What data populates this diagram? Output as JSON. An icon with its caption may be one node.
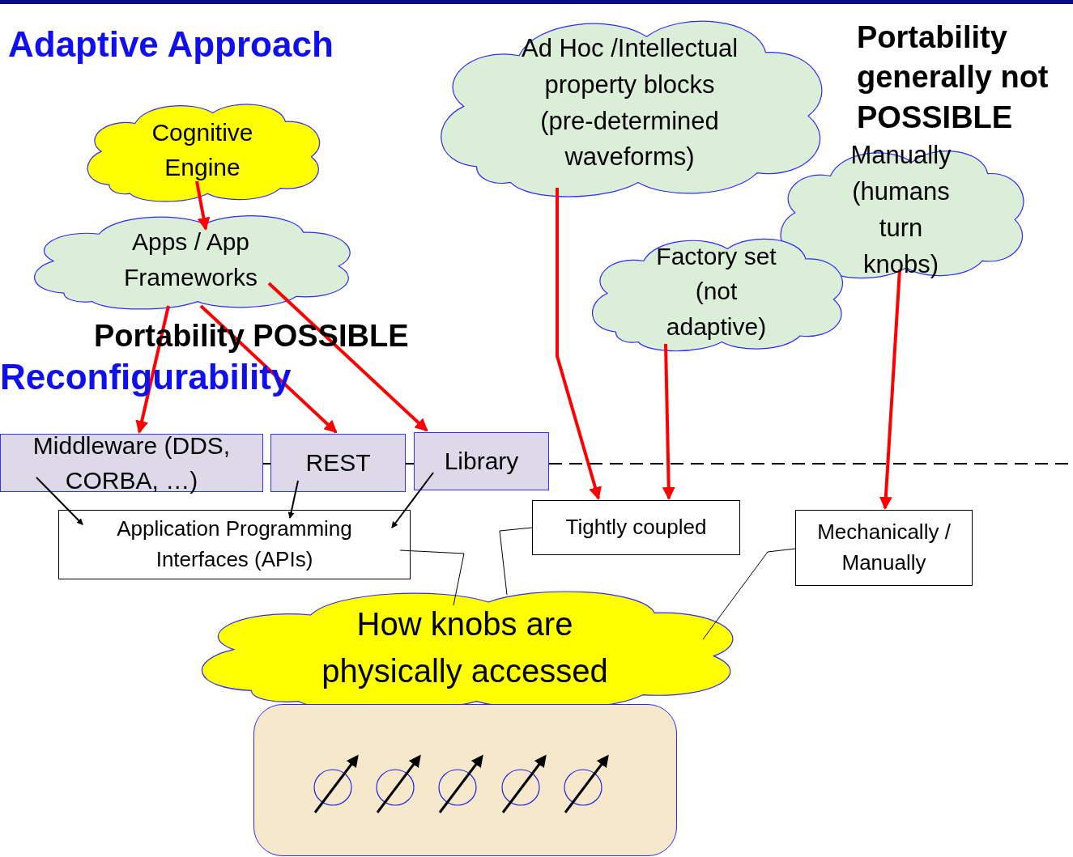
{
  "diagram": {
    "nodes": [
      {
        "text": [
          "Cognitive Engine"
        ]
      },
      {
        "text": [
          "Apps / App Frameworks"
        ]
      },
      {
        "text": [
          "Ad Hoc /Intellectual property blocks (pre-determined waveforms)"
        ]
      },
      {
        "text": [
          "Manually (humans turn knobs)"
        ]
      },
      {
        "text": [
          "Factory set (not adaptive)"
        ]
      },
      {
        "text": [
          "Middleware (DDS, CORBA, …)"
        ]
      },
      {
        "text": [
          "REST"
        ]
      },
      {
        "text": [
          "Library"
        ]
      },
      {
        "text": [
          "Application Programming Interfaces (APIs)"
        ]
      },
      {
        "text": [
          "Tightly coupled"
        ]
      },
      {
        "text": [
          "Mechanically / Manually"
        ]
      },
      {
        "text": [
          "How knobs are physically accessed"
        ]
      },
      {
        "text": [],
        "shape": "box"
      }
    ],
    "edges": [
      {
        "from": 0,
        "to": 1,
        "arrow": "to"
      },
      {
        "from": 1,
        "to": 5,
        "arrow": "to"
      },
      {
        "from": 1,
        "to": 6,
        "arrow": "to"
      },
      {
        "from": 1,
        "to": 7,
        "arrow": "to"
      },
      {
        "from": 2,
        "to": 9,
        "arrow": "to"
      },
      {
        "from": 4,
        "to": 9,
        "arrow": "to"
      },
      {
        "from": 3,
        "to": 10,
        "arrow": "to"
      },
      {
        "from": 5,
        "to": 8,
        "arrow": "to",
        "color": "#000000"
      },
      {
        "from": 6,
        "to": 8,
        "arrow": "to",
        "color": "#000000"
      },
      {
        "from": 7,
        "to": 8,
        "arrow": "to",
        "color": "#000000"
      },
      {
        "from": 8,
        "to": 11,
        "arrow": "none",
        "color": "#000000"
      },
      {
        "from": 9,
        "to": 11,
        "arrow": "none",
        "color": "#000000"
      },
      {
        "from": 10,
        "to": 11,
        "arrow": "none",
        "color": "#000000"
      }
    ],
    "labels": [
      "Adaptive Approach",
      "Portability generally not POSSIBLE",
      "Portability POSSIBLE",
      "Reconfigurability"
    ]
  }
}
